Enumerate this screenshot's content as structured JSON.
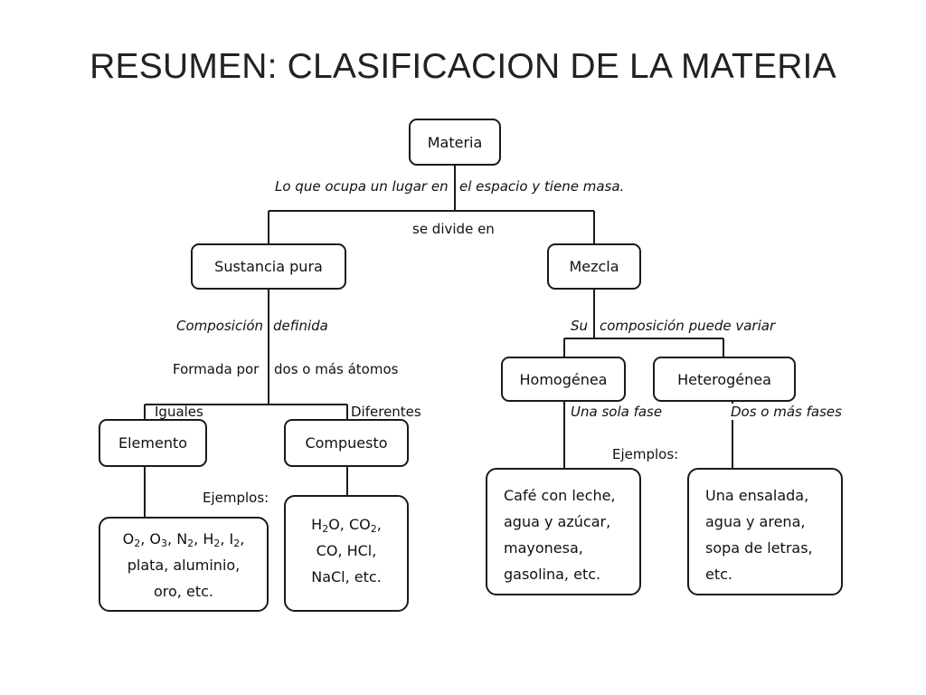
{
  "title": "RESUMEN: CLASIFICACION DE LA MATERIA",
  "nodes": {
    "materia": "Materia",
    "sustancia_pura": "Sustancia pura",
    "mezcla": "Mezcla",
    "elemento": "Elemento",
    "compuesto": "Compuesto",
    "homogenea": "Homogénea",
    "heterogenea": "Heterogénea"
  },
  "labels": {
    "materia_def_a": "Lo que ocupa un lugar en",
    "materia_def_b": "el espacio y tiene masa.",
    "se_divide": "se divide en",
    "composicion": "Composición",
    "definida": "definida",
    "formada_por": "Formada por",
    "dos_o_mas_atomos": "dos o más átomos",
    "iguales": "Iguales",
    "diferentes": "Diferentes",
    "ejemplos_left": "Ejemplos:",
    "su": "Su",
    "composicion_puede_variar": "composición puede variar",
    "una_sola_fase": "Una sola fase",
    "dos_o_mas_fases": "Dos o más fases",
    "ejemplos_right": "Ejemplos:"
  },
  "examples": {
    "elemento": {
      "line1": [
        {
          "t": "O"
        },
        {
          "sub": "2"
        },
        {
          "t": ", O"
        },
        {
          "sub": "3"
        },
        {
          "t": ", N"
        },
        {
          "sub": "2"
        },
        {
          "t": ", H"
        },
        {
          "sub": "2"
        },
        {
          "t": ", I"
        },
        {
          "sub": "2"
        },
        {
          "t": ","
        }
      ],
      "line2": "plata, aluminio,",
      "line3": "oro, etc."
    },
    "compuesto": {
      "line1": [
        {
          "t": "H"
        },
        {
          "sub": "2"
        },
        {
          "t": "O, CO"
        },
        {
          "sub": "2"
        },
        {
          "t": ","
        }
      ],
      "line2": "CO, HCl,",
      "line3": "NaCl, etc."
    },
    "homogenea": [
      "Café con leche,",
      "agua y azúcar,",
      "mayonesa,",
      "gasolina, etc."
    ],
    "heterogenea": [
      "Una ensalada,",
      "agua y arena,",
      "sopa de letras,",
      "etc."
    ]
  }
}
